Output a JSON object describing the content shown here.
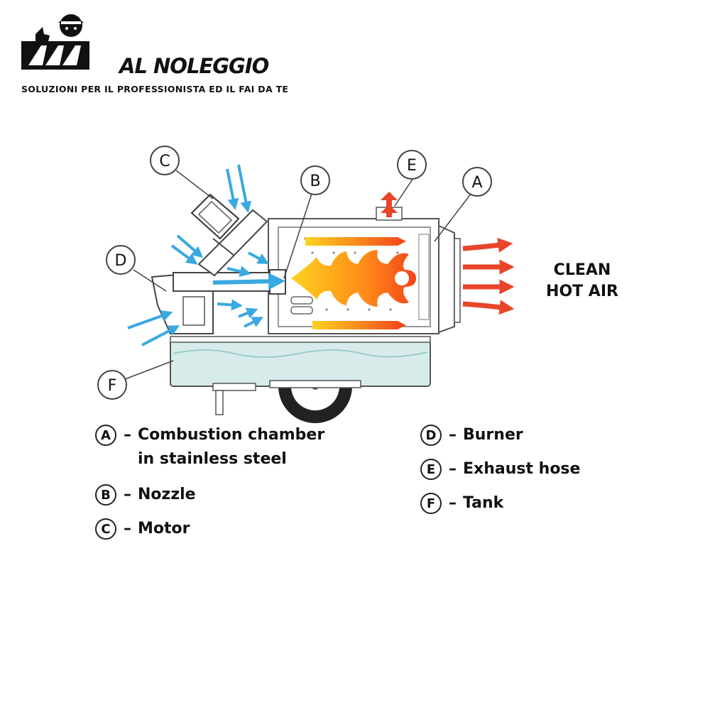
{
  "brand": {
    "name": "AL NOLEGGIO",
    "tagline": "SOLUZIONI PER IL PROFESSIONISTA ED IL FAI DA TE"
  },
  "diagram": {
    "callouts": [
      "A",
      "B",
      "C",
      "D",
      "E",
      "F"
    ],
    "output_label_line1": "CLEAN",
    "output_label_line2": "HOT AIR",
    "colors": {
      "cold_air": "#3aa9e0",
      "hot_air": "#e8452a",
      "flame_outer": "#ff5a1f",
      "flame_inner": "#ffc21a",
      "tank_fill": "#d7ecea",
      "outline": "#555555"
    }
  },
  "legend": {
    "left": [
      {
        "key": "A",
        "dash": "–",
        "text": "Combustion chamber\nin stainless steel"
      },
      {
        "key": "B",
        "dash": "–",
        "text": "Nozzle"
      },
      {
        "key": "C",
        "dash": "–",
        "text": "Motor"
      }
    ],
    "right": [
      {
        "key": "D",
        "dash": "–",
        "text": "Burner"
      },
      {
        "key": "E",
        "dash": "–",
        "text": "Exhaust hose"
      },
      {
        "key": "F",
        "dash": "–",
        "text": "Tank"
      }
    ]
  }
}
